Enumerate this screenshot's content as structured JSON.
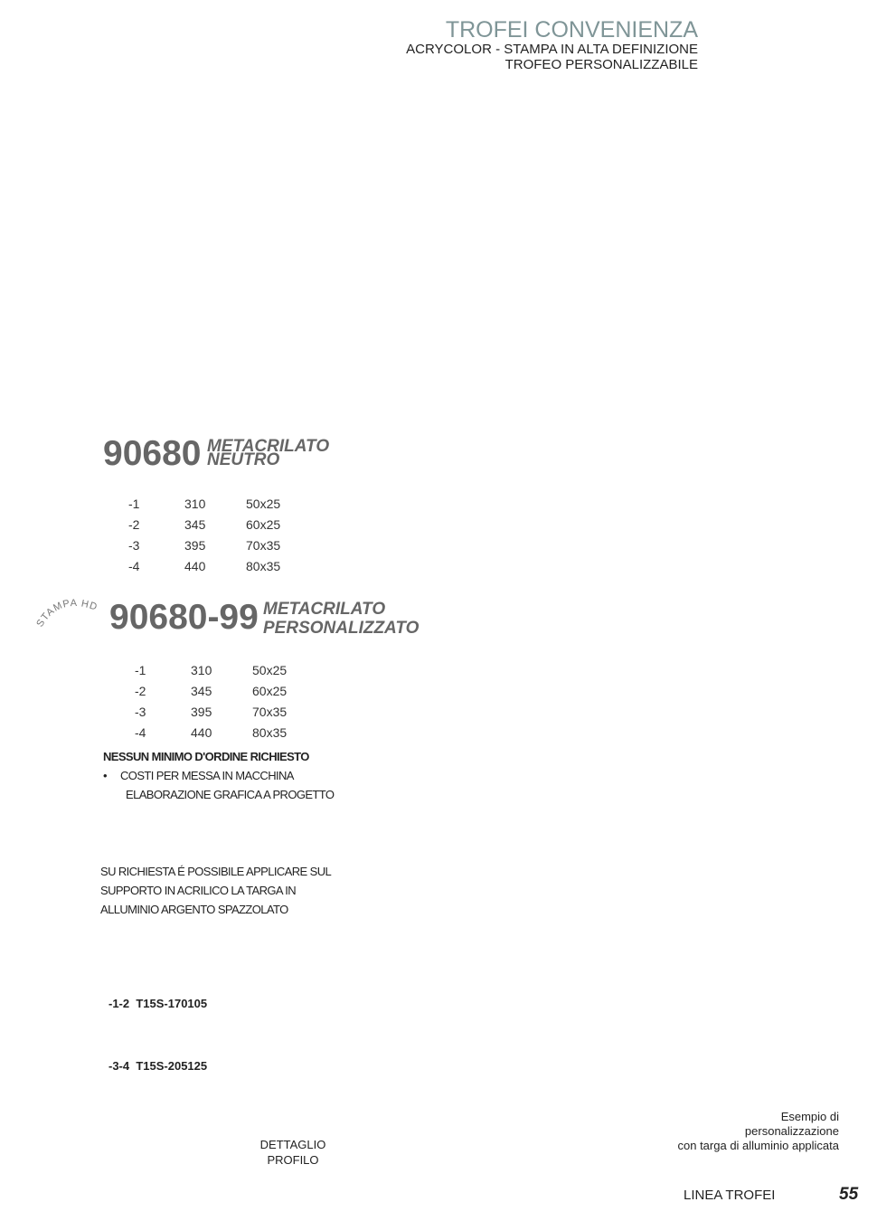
{
  "header": {
    "title": "TROFEI CONVENIENZA",
    "line1": "ACRYCOLOR - STAMPA IN ALTA DEFINIZIONE",
    "line2": "TROFEO PERSONALIZZABILE"
  },
  "product1": {
    "code": "90680",
    "desc1": "METACRILATO",
    "desc2": "NEUTRO",
    "rows": [
      [
        "-1",
        "310",
        "50x25"
      ],
      [
        "-2",
        "345",
        "60x25"
      ],
      [
        "-3",
        "395",
        "70x35"
      ],
      [
        "-4",
        "440",
        "80x35"
      ]
    ]
  },
  "product2": {
    "badge": "STAMPA HD",
    "code": "90680-99",
    "desc1": "METACRILATO",
    "desc2": "PERSONALIZZATO",
    "rows": [
      [
        "-1",
        "310",
        "50x25"
      ],
      [
        "-2",
        "345",
        "60x25"
      ],
      [
        "-3",
        "395",
        "70x35"
      ],
      [
        "-4",
        "440",
        "80x35"
      ]
    ]
  },
  "notes": {
    "min_order": "NESSUN MINIMO D'ORDINE RICHIESTO",
    "bullet1": "COSTI PER MESSA IN MACCHINA",
    "bullet2": "ELABORAZIONE GRAFICA A PROGETTO"
  },
  "plate": {
    "l1": "SU RICHIESTA É POSSIBILE APPLICARE SUL",
    "l2": "SUPPORTO IN ACRILICO LA TARGA IN",
    "l3": "ALLUMINIO ARGENTO SPAZZOLATO",
    "code1": "-1-2  T15S-170105",
    "code2": "-3-4  T15S-205125"
  },
  "captions": {
    "detail1": "DETTAGLIO",
    "detail2": "PROFILO",
    "ex1": "Esempio di",
    "ex2": "personalizzazione",
    "ex3": "con targa di alluminio applicata"
  },
  "footer": {
    "section": "LINEA TROFEI",
    "page": "55"
  }
}
